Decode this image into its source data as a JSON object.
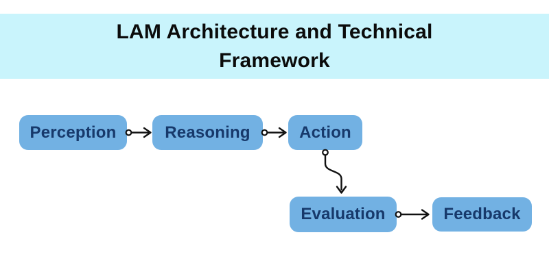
{
  "title": {
    "line1": "LAM Architecture and Technical",
    "line2": "Framework"
  },
  "diagram": {
    "nodes": [
      {
        "id": "perception",
        "label": "Perception"
      },
      {
        "id": "reasoning",
        "label": "Reasoning"
      },
      {
        "id": "action",
        "label": "Action"
      },
      {
        "id": "evaluation",
        "label": "Evaluation"
      },
      {
        "id": "feedback",
        "label": "Feedback"
      }
    ],
    "edges": [
      {
        "from": "perception",
        "to": "reasoning",
        "shape": "straight-right",
        "start": "open-circle",
        "end": "arrow"
      },
      {
        "from": "reasoning",
        "to": "action",
        "shape": "straight-right",
        "start": "open-circle",
        "end": "arrow"
      },
      {
        "from": "action",
        "to": "evaluation",
        "shape": "s-curve-down",
        "start": "open-circle",
        "end": "arrow"
      },
      {
        "from": "evaluation",
        "to": "feedback",
        "shape": "straight-right",
        "start": "open-circle",
        "end": "arrow"
      }
    ]
  },
  "colors": {
    "banner_bg": "#C9F4FC",
    "node_fill": "#72B1E3",
    "node_text": "#17396B",
    "connector": "#111111",
    "title_text": "#0B0B0B",
    "page_bg": "#FFFFFF"
  }
}
